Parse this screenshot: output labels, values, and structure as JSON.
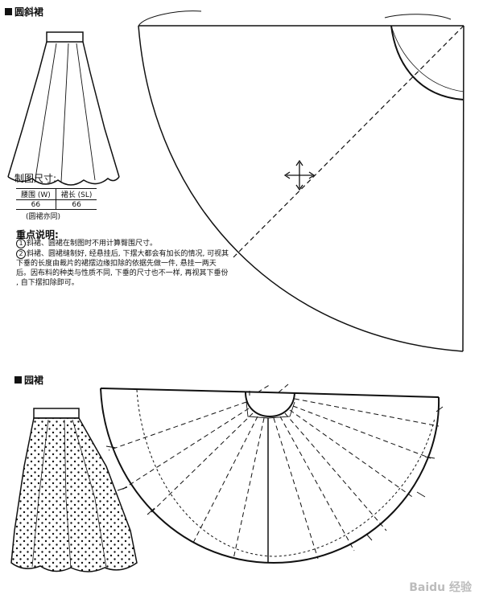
{
  "section1": {
    "title": "圆斜裙",
    "measure_heading": "制图尺寸:",
    "table": {
      "headers": [
        "腰围 (W)",
        "裙长 (SL)"
      ],
      "values": [
        "66",
        "66"
      ]
    },
    "table_note": "(圆裙亦同)",
    "notes_heading": "重点说明:",
    "notes": [
      {
        "num": "1",
        "text": "斜裙、圆裙在制图时不用计算臀围尺寸。"
      },
      {
        "num": "2",
        "text": "斜裙、圆裙缝制好, 经悬挂后, 下摆大都会有加长的情况, 可视其下垂的长度由裁片的裙摆边缘扣除的依据先做一件, 悬挂一两天后。因布料的种类与性质不同, 下垂的尺寸也不一样, 再视其下垂份 , 自下摆扣除即可。"
      }
    ]
  },
  "section2": {
    "title": "园裙"
  },
  "watermark": "Baidu 经验"
}
